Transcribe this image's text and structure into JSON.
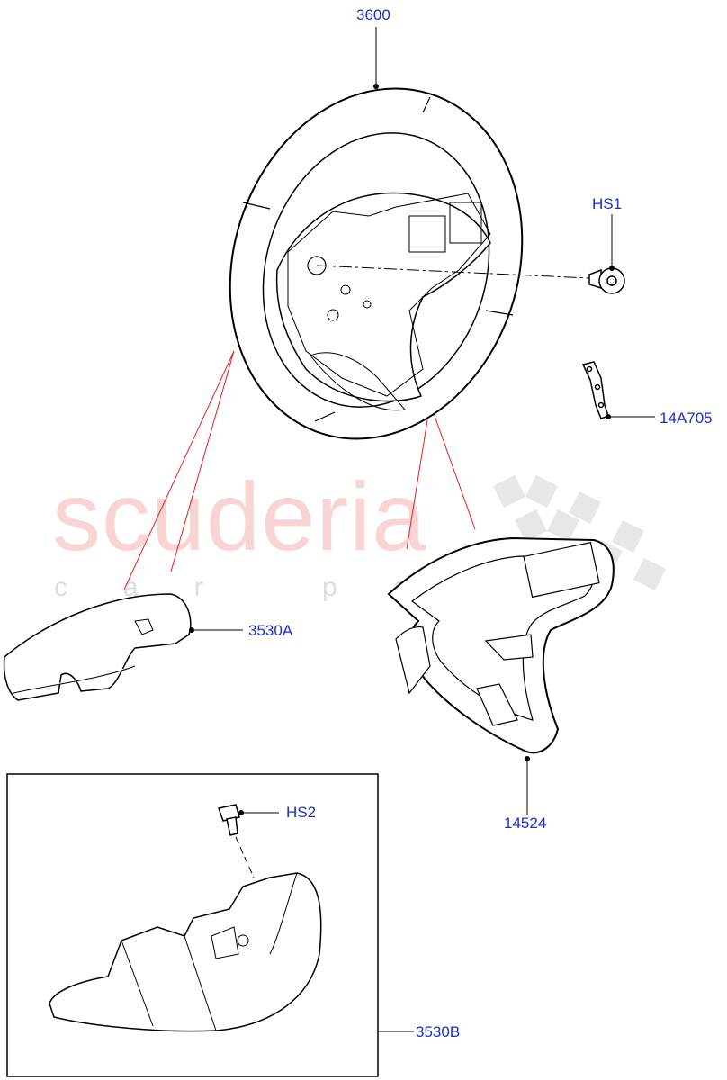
{
  "watermark": {
    "title": "scuderia",
    "subtitle": "car parts"
  },
  "callouts": {
    "c3600": "3600",
    "hs1": "HS1",
    "c14a705": "14A705",
    "c3530a": "3530A",
    "c14524": "14524",
    "hs2": "HS2",
    "c3530b": "3530B"
  },
  "colors": {
    "callout_text": "#1a2fd0",
    "part_outline": "#000000",
    "reference_lines": "#e02020",
    "watermark_red": "#f0a0a0",
    "watermark_grey": "#c8c8c8"
  }
}
